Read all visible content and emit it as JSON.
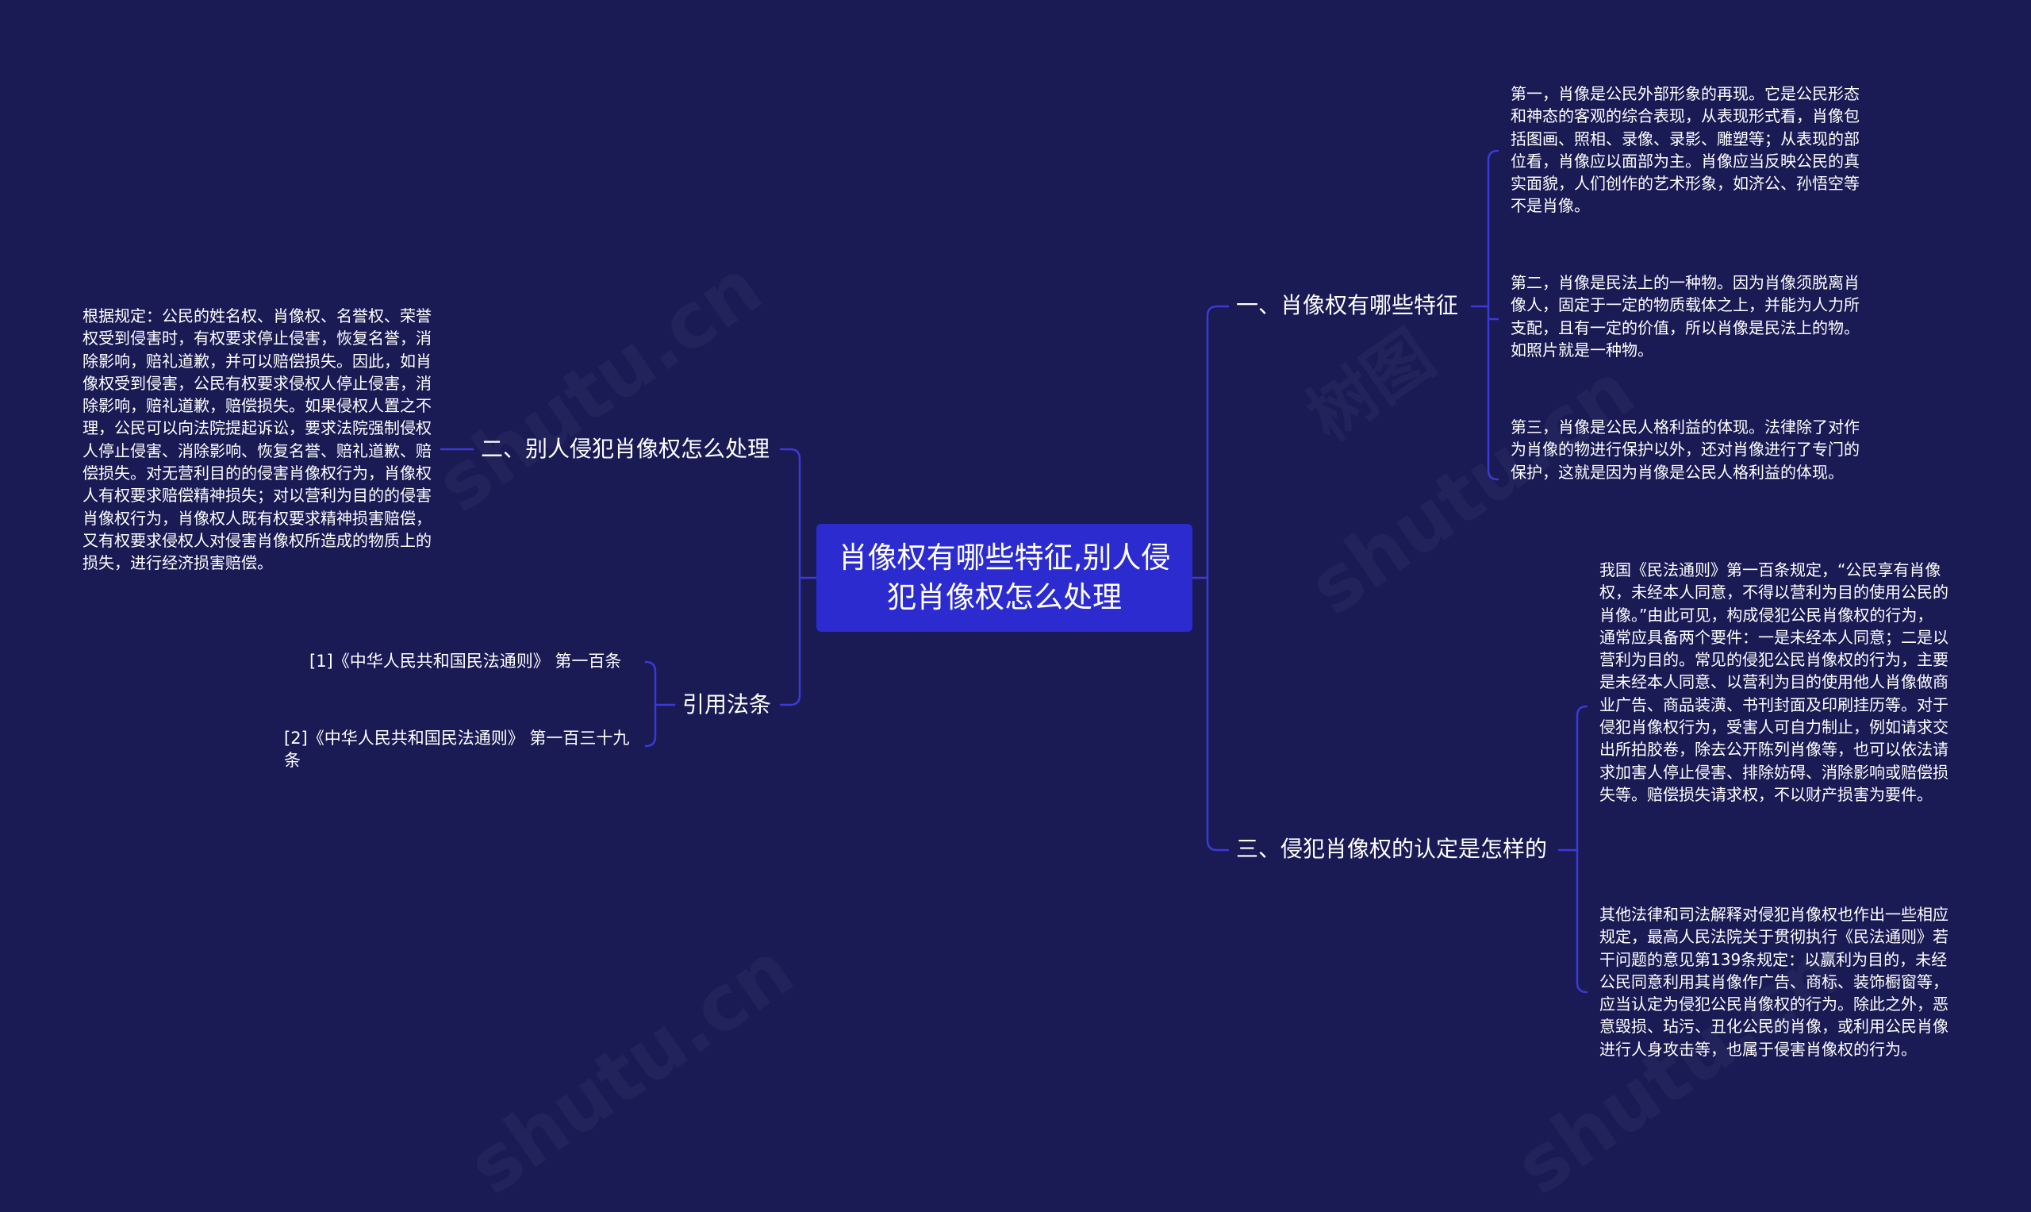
{
  "colors": {
    "background": "#1a1a55",
    "root_fill": "#2b2bcf",
    "connector": "#3a3ad6",
    "text": "#ffffff"
  },
  "watermark": "shutu.cn",
  "watermark_cn": "树图",
  "root": {
    "title": "肖像权有哪些特征,别人侵犯肖像权怎么处理"
  },
  "branches": {
    "features": {
      "label": "一、肖像权有哪些特征",
      "leaves": [
        "第一，肖像是公民外部形象的再现。它是公民形态和神态的客观的综合表现，从表现形式看，肖像包括图画、照相、录像、录影、雕塑等；从表现的部位看，肖像应以面部为主。肖像应当反映公民的真实面貌，人们创作的艺术形象，如济公、孙悟空等不是肖像。",
        "第二，肖像是民法上的一种物。因为肖像须脱离肖像人，固定于一定的物质载体之上，并能为人力所支配，且有一定的价值，所以肖像是民法上的物。如照片就是一种物。",
        "第三，肖像是公民人格利益的体现。法律除了对作为肖像的物进行保护以外，还对肖像进行了专门的保护，这就是因为肖像是公民人格利益的体现。"
      ]
    },
    "infringement": {
      "label": "三、侵犯肖像权的认定是怎样的",
      "leaves": [
        "我国《民法通则》第一百条规定，“公民享有肖像权，未经本人同意，不得以营利为目的使用公民的肖像。”由此可见，构成侵犯公民肖像权的行为，通常应具备两个要件：一是未经本人同意；二是以营利为目的。常见的侵犯公民肖像权的行为，主要是未经本人同意、以营利为目的使用他人肖像做商业广告、商品装潢、书刊封面及印刷挂历等。对于侵犯肖像权行为，受害人可自力制止，例如请求交出所拍胶卷，除去公开陈列肖像等，也可以依法请求加害人停止侵害、排除妨碍、消除影响或赔偿损失等。赔偿损失请求权，不以财产损害为要件。",
        "其他法律和司法解释对侵犯肖像权也作出一些相应规定，最高人民法院关于贯彻执行《民法通则》若干问题的意见第139条规定：以赢利为目的，未经公民同意利用其肖像作广告、商标、装饰橱窗等，应当认定为侵犯公民肖像权的行为。除此之外，恶意毁损、玷污、丑化公民的肖像，或利用公民肖像进行人身攻击等，也属于侵害肖像权的行为。"
      ]
    },
    "handling": {
      "label": "二、别人侵犯肖像权怎么处理",
      "leaves": [
        "根据规定：公民的姓名权、肖像权、名誉权、荣誉权受到侵害时，有权要求停止侵害，恢复名誉，消除影响，赔礼道歉，并可以赔偿损失。因此，如肖像权受到侵害，公民有权要求侵权人停止侵害，消除影响，赔礼道歉，赔偿损失。如果侵权人置之不理，公民可以向法院提起诉讼，要求法院强制侵权人停止侵害、消除影响、恢复名誉、赔礼道歉、赔偿损失。对无营利目的的侵害肖像权行为，肖像权人有权要求赔偿精神损失；对以营利为目的的侵害肖像权行为，肖像权人既有权要求精神损害赔偿，又有权要求侵权人对侵害肖像权所造成的物质上的损失，进行经济损害赔偿。"
      ]
    },
    "citations": {
      "label": "引用法条",
      "leaves": [
        "[1]《中华人民共和国民法通则》 第一百条",
        "[2]《中华人民共和国民法通则》 第一百三十九条"
      ]
    }
  }
}
